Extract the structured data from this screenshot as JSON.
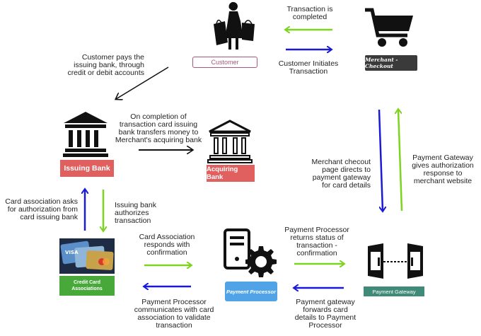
{
  "nodes": {
    "customer": "Customer",
    "merchant": "Merchant - Checkout",
    "issuing_bank": "Issuing Bank",
    "acquiring_bank": "Acquiring Bank",
    "credit_card_associations": "Credit Card Associations",
    "payment_processor": "Payment Processor",
    "payment_gateway": "Payment Gateway"
  },
  "captions": {
    "transaction_completed": [
      "Transaction is",
      "completed"
    ],
    "customer_initiates": [
      "Customer Initiates",
      "Transaction"
    ],
    "customer_pays": [
      "Customer pays the",
      "issuing bank, through",
      "credit or debit accounts"
    ],
    "issuing_transfers": [
      "On completion of",
      "transaction card issuing",
      "bank transfers money to",
      "Merchant's acquiring bank"
    ],
    "merchant_directs": [
      "Merchant checout",
      "page directs to",
      "payment gateway",
      "for card details"
    ],
    "gateway_response": [
      "Payment Gateway",
      "gives authorization",
      "response to",
      "merchant website"
    ],
    "association_asks": [
      "Card association asks",
      "for authorization from",
      "card issuing bank"
    ],
    "issuing_authorizes": [
      "Issuing bank",
      "authorizes",
      "transaction"
    ],
    "association_responds": [
      "Card Association",
      "responds with",
      "confirmation"
    ],
    "processor_returns": [
      "Payment Processor",
      "returns status of",
      "transaction -",
      "confirmation"
    ],
    "processor_communicates": [
      "Payment Processor",
      "communicates with card",
      "association to validate",
      "transaction"
    ],
    "gateway_forwards": [
      "Payment gateway",
      "forwards card",
      "details to Payment",
      "Processor"
    ]
  },
  "colors": {
    "green_arrow": "#7ed321",
    "blue_arrow": "#1a1ad6",
    "black_arrow": "#111111",
    "bank_label": "#e06060",
    "merchant_label": "#3a3a3a",
    "customer_border": "#a35a7a",
    "processor_label": "#4fa3e6",
    "gateway_label": "#3f8a78",
    "association_label": "#49a83a"
  }
}
